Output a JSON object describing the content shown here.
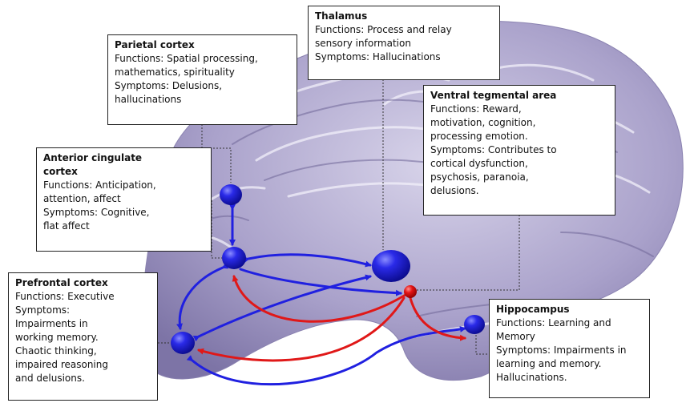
{
  "colors": {
    "brain_fill": "#a8a0c8",
    "brain_shadow": "#7f76a8",
    "brain_highlight": "#d9d5ea",
    "node_blue": "#1f1fcf",
    "node_red": "#e01010",
    "arrow_blue": "#2020e0",
    "arrow_red": "#e01818",
    "connector": "#333333"
  },
  "regions": {
    "thalamus": {
      "title": "Thalamus",
      "lines": [
        "Functions: Process and relay",
        "sensory information",
        "Symptoms: Hallucinations"
      ]
    },
    "parietal": {
      "title": "Parietal cortex",
      "lines": [
        "Functions: Spatial processing,",
        "mathematics, spirituality",
        "Symptoms: Delusions,",
        "hallucinations"
      ]
    },
    "vta": {
      "title": "Ventral tegmental area",
      "lines": [
        "Functions: Reward,",
        "motivation, cognition,",
        "processing emotion.",
        "Symptoms: Contributes to",
        "cortical dysfunction,",
        "psychosis, paranoia,",
        "delusions."
      ]
    },
    "acc": {
      "title": "Anterior cingulate",
      "title2": "cortex",
      "lines": [
        "Functions: Anticipation,",
        "attention, affect",
        "Symptoms: Cognitive,",
        "flat affect"
      ]
    },
    "prefrontal": {
      "title": "Prefrontal cortex",
      "lines": [
        "Functions:  Executive",
        "Symptoms:",
        "Impairments in",
        "working memory.",
        "Chaotic thinking,",
        "impaired reasoning",
        "and delusions."
      ]
    },
    "hippocampus": {
      "title": "Hippocampus",
      "lines": [
        "Functions: Learning and",
        "Memory",
        "Symptoms: Impairments in",
        "learning and memory.",
        "Hallucinations."
      ]
    }
  }
}
